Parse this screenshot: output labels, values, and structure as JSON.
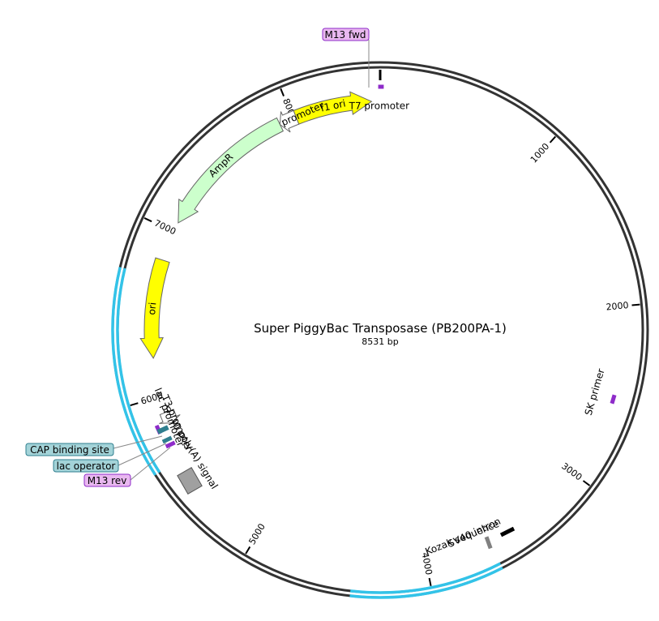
{
  "title": "Super PiggyBac Transposase (PB200PA-1)",
  "subtitle": "8531 bp",
  "total_bp": 8531,
  "colors": {
    "backbone": "#333333",
    "highlight": "#33c3e8",
    "ori": "#ffff00",
    "ampr": "#ccffcc",
    "promoter": "#ffffff",
    "primer": "#8e2bc9",
    "primer_label_bg": "#e9b8f0",
    "protein_bind_bg": "#a3d3d8",
    "polyA": "#a0a0a0",
    "intron": "#000000",
    "kozak": "#808080",
    "cap": "#2f7f8f"
  },
  "ticks": [
    {
      "bp": 1000,
      "label": "1000"
    },
    {
      "bp": 2000,
      "label": "2000"
    },
    {
      "bp": 3000,
      "label": "3000"
    },
    {
      "bp": 4000,
      "label": "4000"
    },
    {
      "bp": 5000,
      "label": "5000"
    },
    {
      "bp": 6000,
      "label": "6000"
    },
    {
      "bp": 7000,
      "label": "7000"
    },
    {
      "bp": 8000,
      "label": "8000"
    }
  ],
  "highlighted_regions": [
    {
      "start": 3620,
      "end": 4420
    },
    {
      "start": 5620,
      "end": 6720
    }
  ],
  "features": [
    {
      "name": "f1 ori",
      "kind": "ori",
      "start": 8020,
      "end": 8480,
      "dir": 1
    },
    {
      "name": "AmpR promoter",
      "kind": "promoter",
      "start": 7915,
      "end": 8020,
      "dir": -1
    },
    {
      "name": "AmpR",
      "kind": "ampr",
      "start": 7060,
      "end": 7915,
      "dir": -1
    },
    {
      "name": "ori",
      "kind": "ori",
      "start": 6230,
      "end": 6820,
      "dir": -1
    },
    {
      "name": "T7 promoter",
      "kind": "primer",
      "start": 8520,
      "end": 8531,
      "dir": 1
    },
    {
      "name": "SK primer",
      "kind": "primer",
      "start": 2500,
      "end": 2530,
      "dir": 1
    },
    {
      "name": "SV40 intron",
      "kind": "intron",
      "start": 3630,
      "end": 3720,
      "dir": 1
    },
    {
      "name": "Kozak sequence",
      "kind": "kozak",
      "start": 3740,
      "end": 3770,
      "dir": 1
    },
    {
      "name": "SV40 poly(A) signal",
      "kind": "polyA",
      "start": 5590,
      "end": 5700,
      "dir": 1
    },
    {
      "name": "lac promoter",
      "kind": "promoter",
      "start": 5830,
      "end": 5900,
      "dir": -1
    },
    {
      "name": "T3 promoter",
      "kind": "primer",
      "start": 5800,
      "end": 5830,
      "dir": -1
    }
  ],
  "callouts": [
    {
      "label": "M13 fwd",
      "type": "primer"
    },
    {
      "label": "CAP binding site",
      "type": "protein_bind"
    },
    {
      "label": "lac operator",
      "type": "protein_bind"
    },
    {
      "label": "M13 rev",
      "type": "primer"
    }
  ]
}
